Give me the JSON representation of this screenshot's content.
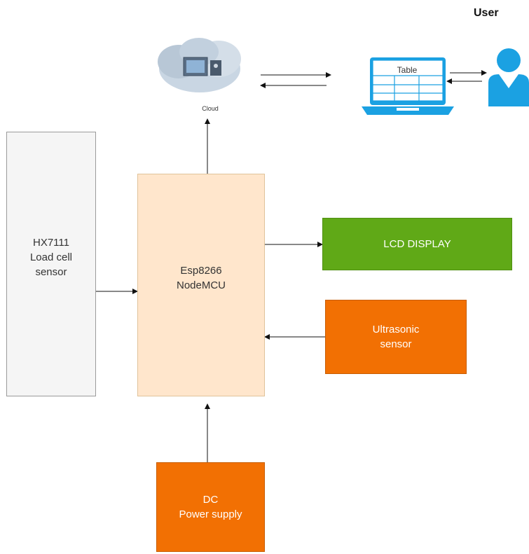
{
  "header": {
    "user_label": "User"
  },
  "cloud": {
    "caption": "Cloud",
    "icon": "cloud-icon"
  },
  "laptop": {
    "screen_label": "Table",
    "icon": "laptop-icon"
  },
  "user": {
    "icon": "user-icon"
  },
  "blocks": {
    "sensor": {
      "line1": "HX7111",
      "line2": "Load cell",
      "line3": "sensor"
    },
    "mcu": {
      "line1": "Esp8266",
      "line2": "NodeMCU"
    },
    "lcd": {
      "label": "LCD DISPLAY"
    },
    "ultrasonic": {
      "line1": "Ultrasonic",
      "line2": "sensor"
    },
    "power": {
      "line1": "DC",
      "line2": "Power supply"
    }
  },
  "colors": {
    "sensor_fill": "#f5f5f5",
    "mcu_fill": "#ffe6cc",
    "lcd_fill": "#60a917",
    "orange_fill": "#f27003",
    "icon_blue": "#1ba1e2"
  }
}
